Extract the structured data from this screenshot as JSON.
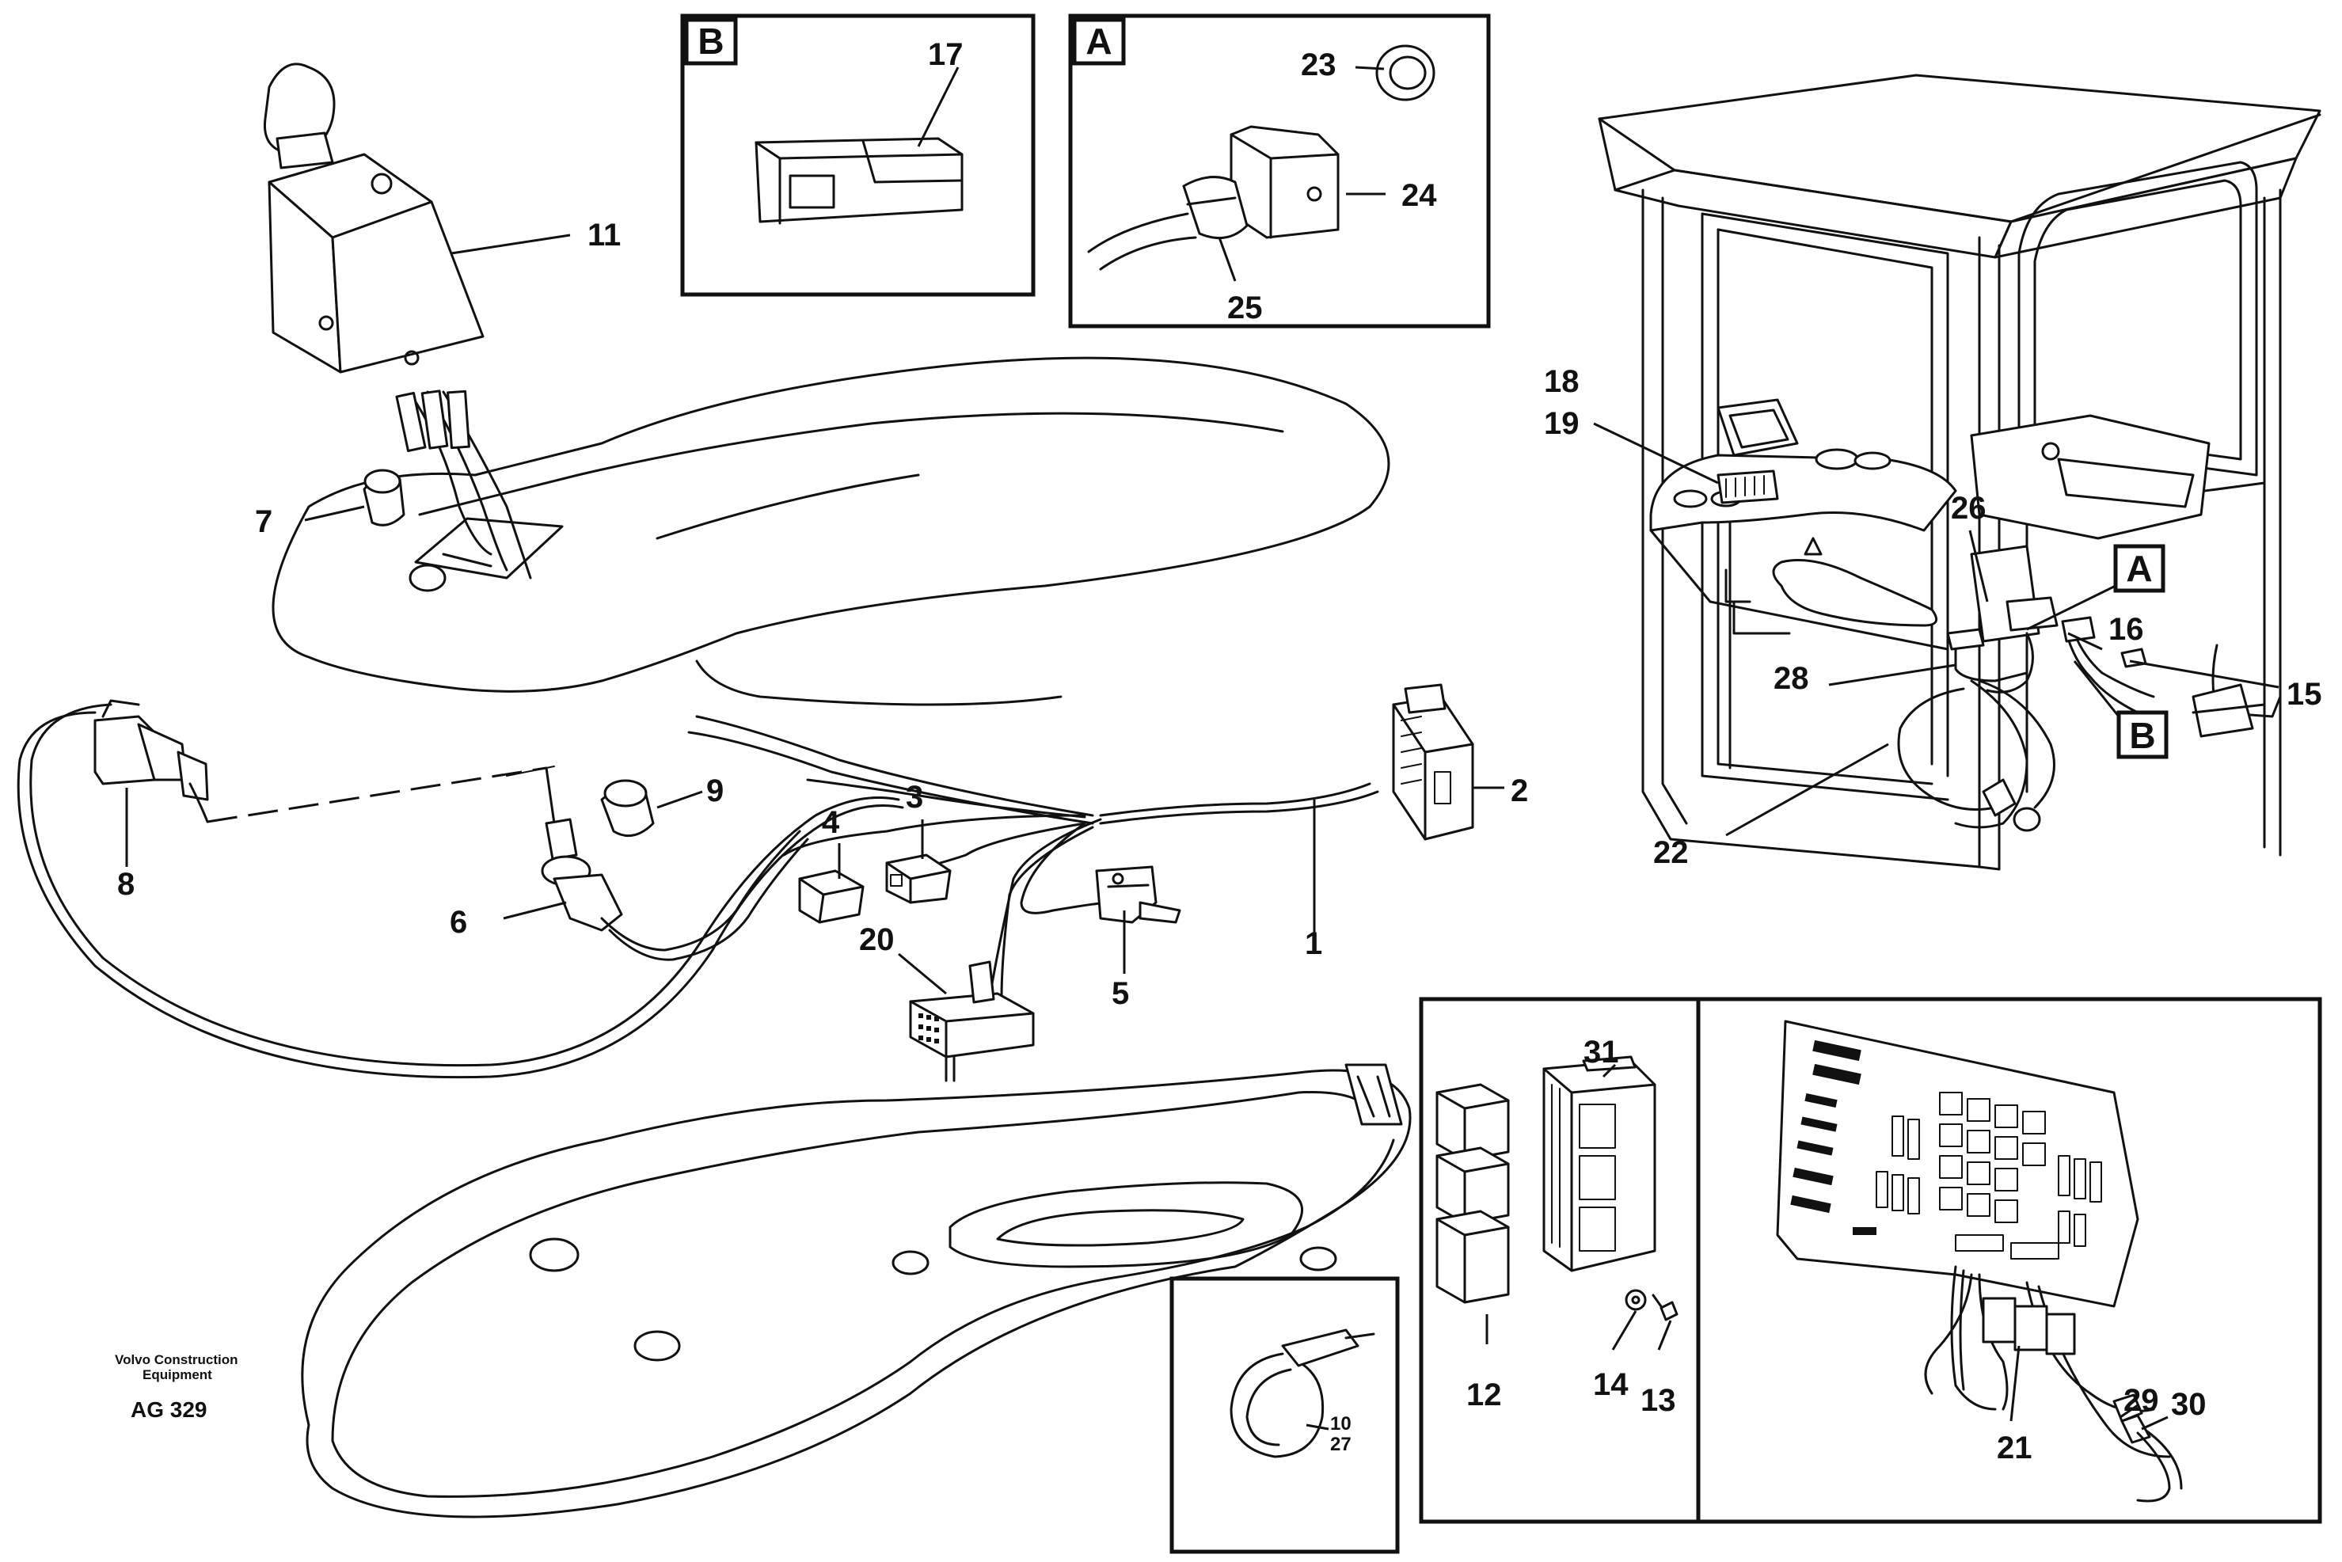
{
  "diagram": {
    "credit_line1": "Volvo Construction",
    "credit_line2": "Equipment",
    "code": "AG 329",
    "detail_tags": {
      "B": "B",
      "A": "A"
    },
    "callouts": {
      "c1": "1",
      "c2": "2",
      "c3": "3",
      "c4": "4",
      "c5": "5",
      "c6": "6",
      "c7": "7",
      "c8": "8",
      "c9": "9",
      "c10": "10",
      "c11": "11",
      "c12": "12",
      "c13": "13",
      "c14": "14",
      "c15": "15",
      "c16": "16",
      "c17": "17",
      "c18": "18",
      "c19": "19",
      "c20": "20",
      "c21": "21",
      "c22": "22",
      "c23": "23",
      "c24": "24",
      "c25": "25",
      "c26": "26",
      "c27": "27",
      "c28": "28",
      "c29": "29",
      "c30": "30",
      "c31": "31"
    }
  }
}
